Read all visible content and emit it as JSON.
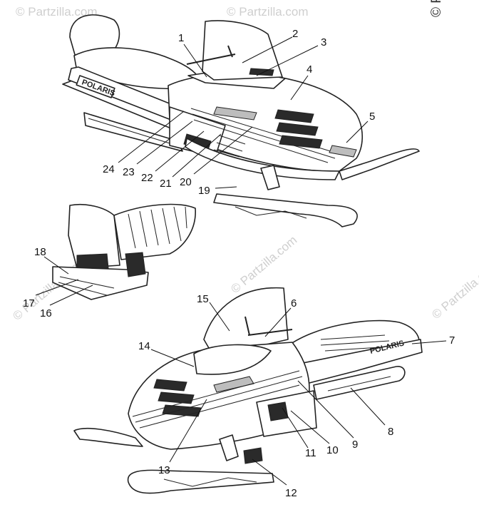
{
  "watermark": {
    "corner_text": "© Par",
    "brand_text": "© Partzilla.com"
  },
  "decal_logo": "POLARIS",
  "callouts": [
    "1",
    "2",
    "3",
    "4",
    "5",
    "6",
    "7",
    "8",
    "9",
    "10",
    "11",
    "12",
    "13",
    "14",
    "15",
    "16",
    "17",
    "18",
    "19",
    "20",
    "21",
    "22",
    "23",
    "24"
  ]
}
